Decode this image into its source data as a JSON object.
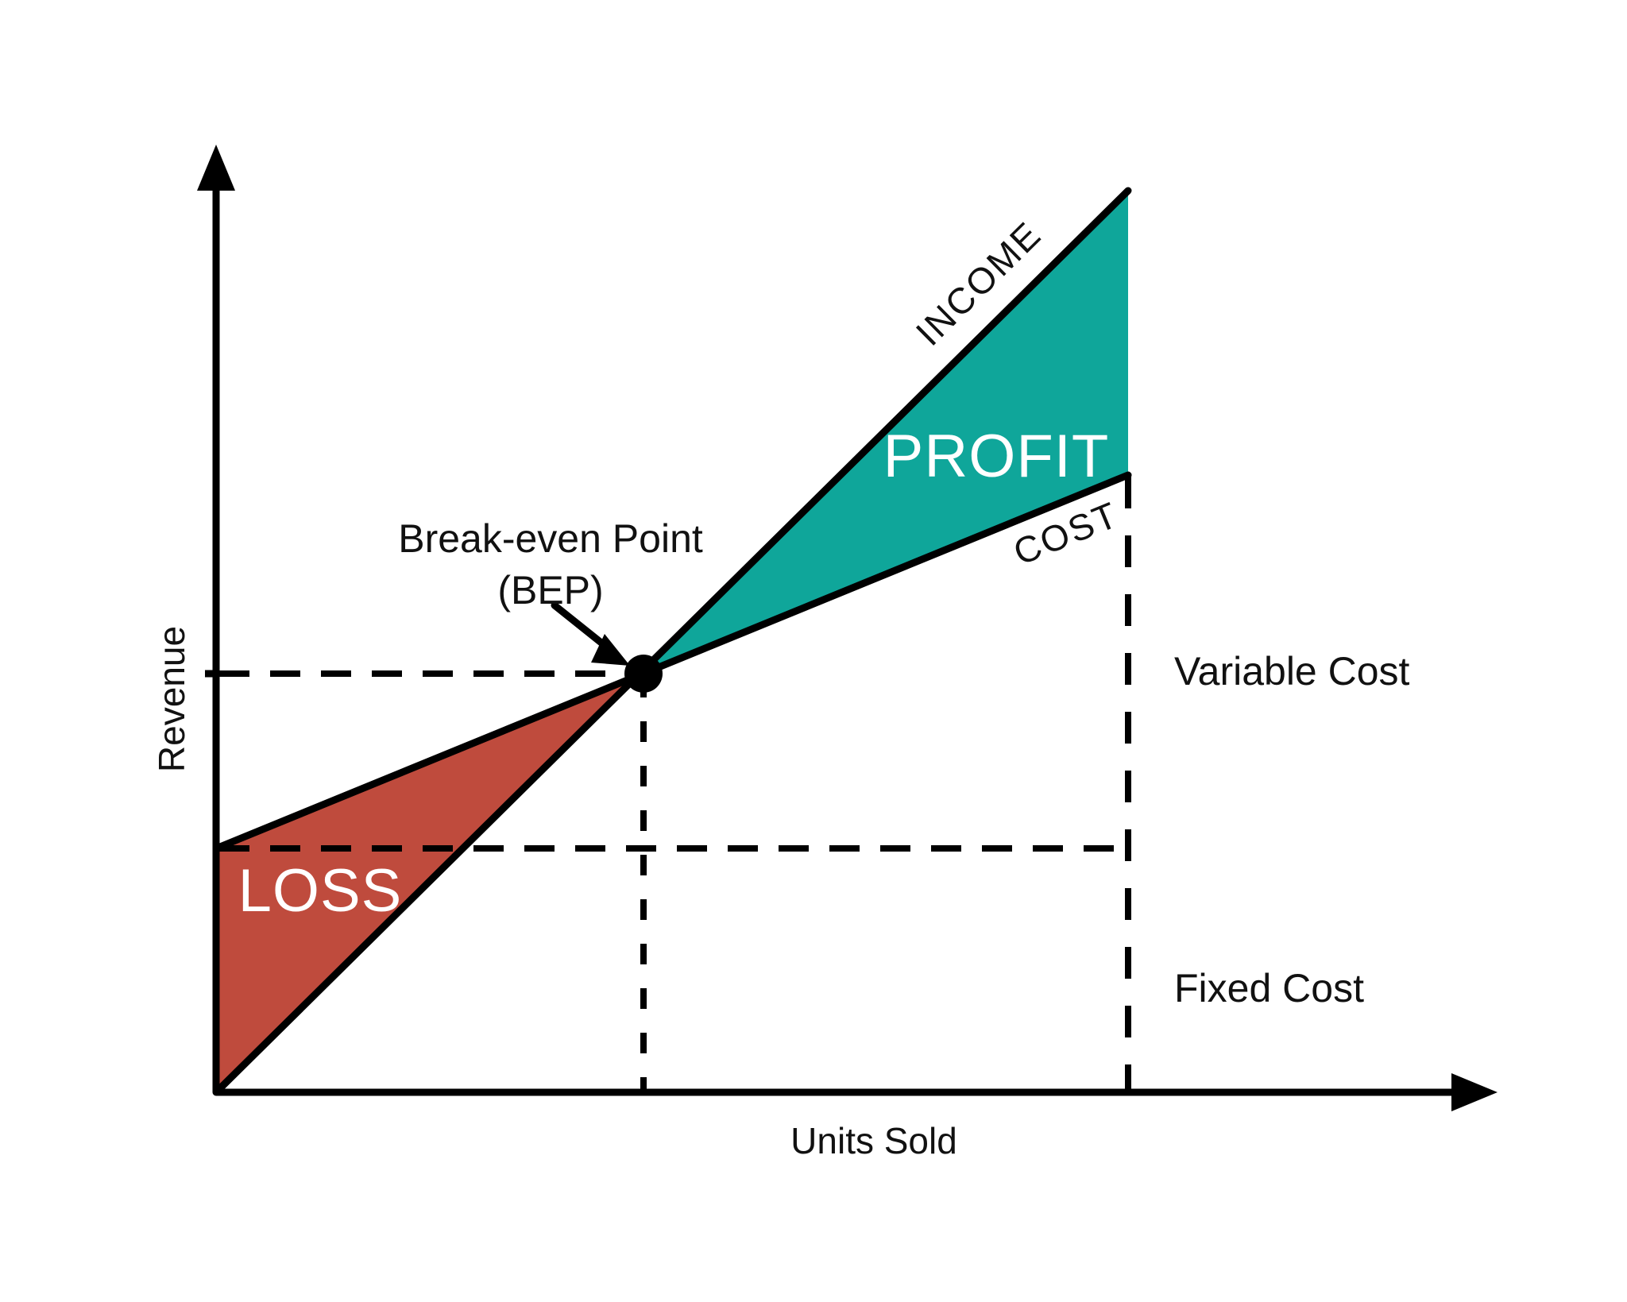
{
  "chart_data": {
    "type": "line",
    "title": "",
    "subtitle": "",
    "xlabel": "Units Sold",
    "ylabel": "Revenue",
    "grid": false,
    "legend_position": "inline-annotations",
    "axis_ranges": {
      "x": [
        0,
        100
      ],
      "y": [
        0,
        100
      ]
    },
    "series": [
      {
        "name": "INCOME",
        "description": "Total revenue line rising from the origin",
        "points": [
          {
            "x": 0,
            "y": 0
          },
          {
            "x": 100,
            "y": 96
          }
        ],
        "color": "#000000"
      },
      {
        "name": "COST",
        "description": "Total cost line starting at the fixed cost level",
        "points": [
          {
            "x": 0,
            "y": 26
          },
          {
            "x": 100,
            "y": 66
          }
        ],
        "color": "#000000"
      }
    ],
    "regions": [
      {
        "name": "PROFIT",
        "color": "#0FA69A",
        "x_from": 47,
        "x_to": 100
      },
      {
        "name": "LOSS",
        "color": "#BF4B3D",
        "x_from": 0,
        "x_to": 47
      }
    ],
    "annotations": [
      {
        "name": "break-even-point",
        "label_line_1": "Break-even Point",
        "label_line_2": "(BEP)",
        "x": 47,
        "y": 45
      },
      {
        "name": "variable-cost",
        "label": "Variable Cost"
      },
      {
        "name": "fixed-cost",
        "label": "Fixed Cost"
      }
    ]
  },
  "axes": {
    "y_label": "Revenue",
    "x_label": "Units Sold"
  },
  "regions": {
    "profit_label": "PROFIT",
    "loss_label": "LOSS"
  },
  "series_labels": {
    "income": "INCOME",
    "cost": "COST"
  },
  "annotations": {
    "bep_line1": "Break-even Point",
    "bep_line2": "(BEP)",
    "variable_cost": "Variable Cost",
    "fixed_cost": "Fixed Cost"
  },
  "colors": {
    "profit_fill": "#0FA69A",
    "loss_fill": "#BF4B3D",
    "line": "#000000",
    "text": "#111111",
    "region_text": "#ffffff",
    "background": "#ffffff"
  }
}
